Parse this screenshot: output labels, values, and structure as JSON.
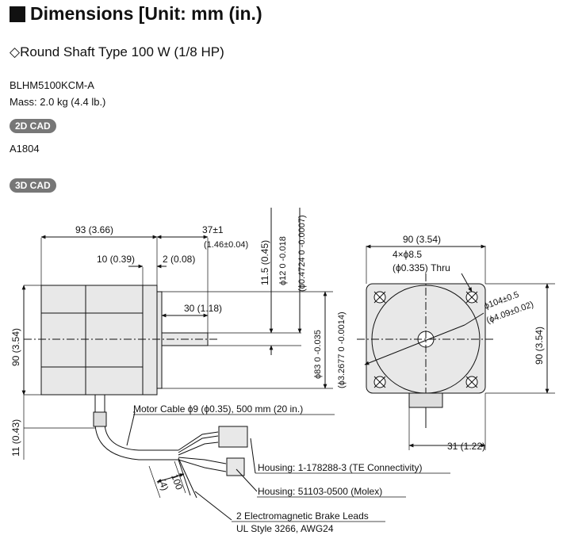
{
  "header": {
    "title": "Dimensions [Unit: mm (in.)",
    "subtitle": "◇Round Shaft Type 100 W (1/8 HP)"
  },
  "product": {
    "model": "BLHM5100KCM-A",
    "mass": "Mass: 2.0 kg (4.4 lb.)",
    "cad_2d": "2D CAD",
    "cad_3d": "3D CAD",
    "drawing_number": "A1804"
  },
  "dimensions": {
    "d93": "93 (3.66)",
    "d37": "37±1",
    "d37in": "(1.46±0.04)",
    "d10": "10 (0.39)",
    "d2": "2 (0.08)",
    "d30": "30 (1.18)",
    "d11_5": "11.5 (0.45)",
    "phi12": "ϕ12  0 -0.018",
    "phi12in": "(ϕ0.4724  0 -0.0007)",
    "phi83": "ϕ83  0 -0.035",
    "phi83in": "(ϕ3.2677  0 -0.0014)",
    "d90left": "90 (3.54)",
    "d11left": "11 (0.43)",
    "d90top": "90 (3.54)",
    "holes": "4×ϕ8.5",
    "holes_in": "(ϕ0.335) Thru",
    "phi104": "ϕ104±0.5",
    "phi104in": "(ϕ4.09±0.02)",
    "d90right": "90 (3.54)",
    "d31": "31 (1.22)",
    "d100": "100",
    "d4": "(4)"
  },
  "callouts": {
    "motor_cable": "Motor Cable ϕ9 (ϕ0.35), 500 mm (20 in.)",
    "housing1": "Housing: 1-178288-3 (TE Connectivity)",
    "housing2": "Housing: 51103-0500 (Molex)",
    "brake_leads": "2 Electromagnetic Brake Leads",
    "brake_spec": "UL Style 3266, AWG24"
  }
}
